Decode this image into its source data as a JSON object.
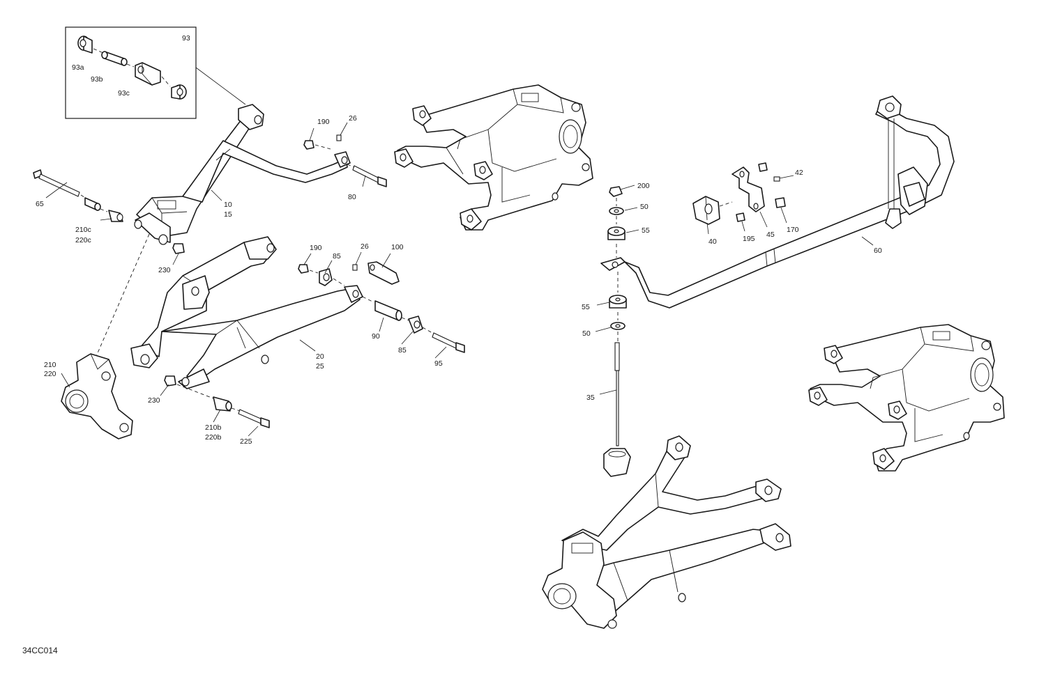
{
  "diagram": {
    "drawing_code": "34CC014",
    "callouts": {
      "c93": "93",
      "c93a": "93a",
      "c93b": "93b",
      "c93c": "93c",
      "c65": "65",
      "c10": "10",
      "c15": "15",
      "c190_top": "190",
      "c26_top": "26",
      "c80": "80",
      "c210c": "210c",
      "c220c": "220c",
      "c230_top": "230",
      "c190_mid": "190",
      "c85_left": "85",
      "c26_mid": "26",
      "c100": "100",
      "c90": "90",
      "c85_right": "85",
      "c95": "95",
      "c20": "20",
      "c25": "25",
      "c210": "210",
      "c220": "220",
      "c230_bottom": "230",
      "c210b": "210b",
      "c220b": "220b",
      "c225": "225",
      "c200": "200",
      "c50_top": "50",
      "c55_top": "55",
      "c55_bottom": "55",
      "c50_bottom": "50",
      "c35": "35",
      "c42": "42",
      "c40": "40",
      "c195": "195",
      "c45": "45",
      "c170": "170",
      "c60": "60"
    }
  }
}
